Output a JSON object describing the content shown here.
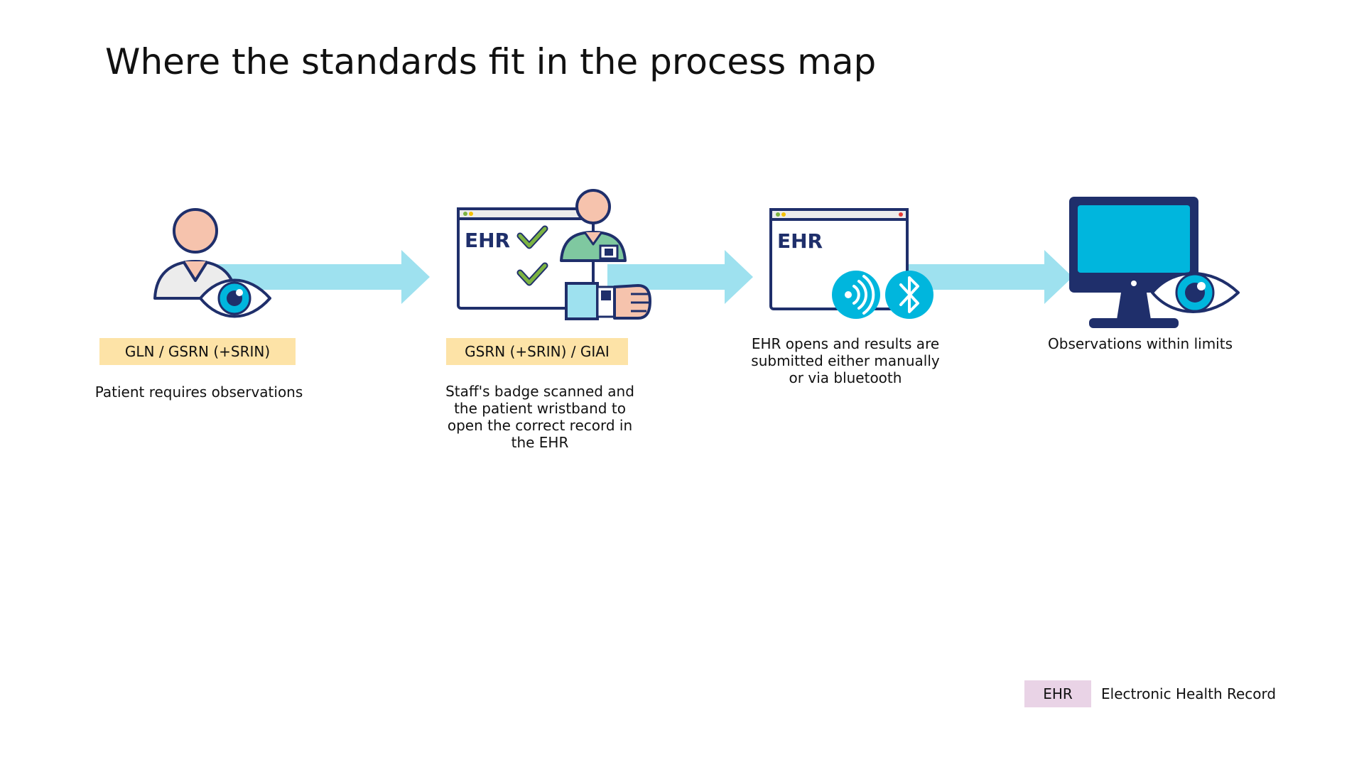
{
  "title": "Where the standards fit in the process map",
  "colors": {
    "arrow": "#9ee1ef",
    "tag_bg": "#fde3a7",
    "legend_bg": "#e9d3e6",
    "navy": "#1f2f6b",
    "skin": "#f6c3ad",
    "cyan": "#00b6dd",
    "check": "#7cb342",
    "scrub": "#7fc8a0"
  },
  "steps": [
    {
      "icon": "patient-observed-icon",
      "standard": "GLN / GSRN (+SRIN)",
      "description": [
        "Patient requires observations"
      ]
    },
    {
      "icon": "ehr-badge-scan-icon",
      "icon_text": "EHR",
      "standard": "GSRN (+SRIN) / GIAI",
      "description": [
        "Staff's badge scanned and",
        "the patient wristband to",
        "open the correct record in",
        "the EHR"
      ]
    },
    {
      "icon": "ehr-wireless-icon",
      "icon_text": "EHR",
      "standard": "",
      "description": [
        "EHR opens and results are",
        "submitted either manually",
        "or via bluetooth"
      ]
    },
    {
      "icon": "monitor-eye-icon",
      "standard": "",
      "description": [
        "Observations within limits"
      ]
    }
  ],
  "legend": {
    "abbr": "EHR",
    "meaning": "Electronic Health Record"
  }
}
